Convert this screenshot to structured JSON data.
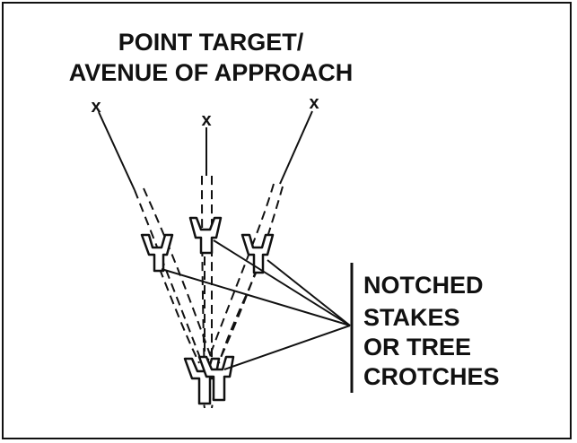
{
  "title": {
    "line1": "POINT TARGET/",
    "line2": "AVENUE OF APPROACH"
  },
  "callout": {
    "lines": [
      "NOTCHED",
      "STAKES",
      "OR TREE",
      "CROTCHES"
    ]
  },
  "target_marker": "x",
  "colors": {
    "ink": "#111111",
    "background": "#ffffff"
  }
}
